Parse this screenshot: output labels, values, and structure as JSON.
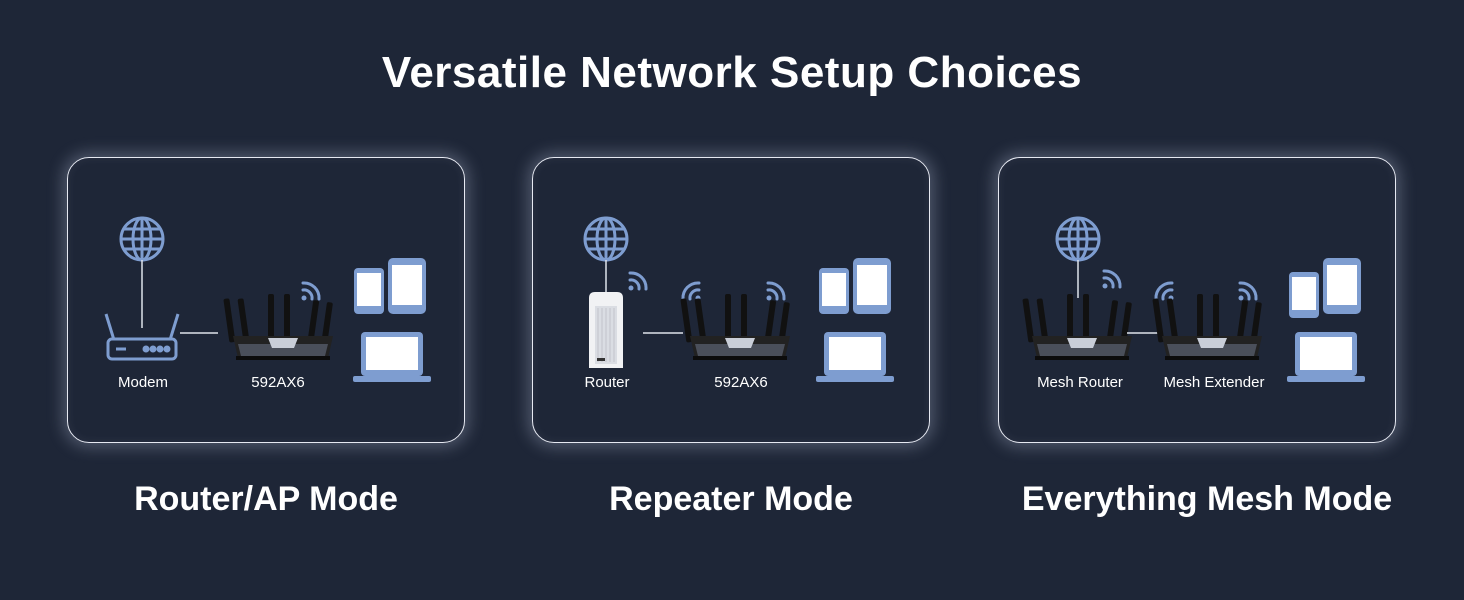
{
  "page": {
    "title": "Versatile Network Setup Choices"
  },
  "colors": {
    "background": "#1e2637",
    "icon": "#7e9dd0",
    "panel_border": "#e6e9f2",
    "text": "#ffffff"
  },
  "panels": [
    {
      "mode": "Router/AP Mode",
      "labels": [
        "Modem",
        "592AX6"
      ]
    },
    {
      "mode": "Repeater Mode",
      "labels": [
        "Router",
        "592AX6"
      ]
    },
    {
      "mode": "Everything Mesh Mode",
      "labels": [
        "Mesh Router",
        "Mesh Extender"
      ]
    }
  ],
  "icons": [
    "globe-icon",
    "modem-icon",
    "router-icon",
    "wifi-signal-icon",
    "phone-icon",
    "tablet-icon",
    "laptop-icon"
  ]
}
